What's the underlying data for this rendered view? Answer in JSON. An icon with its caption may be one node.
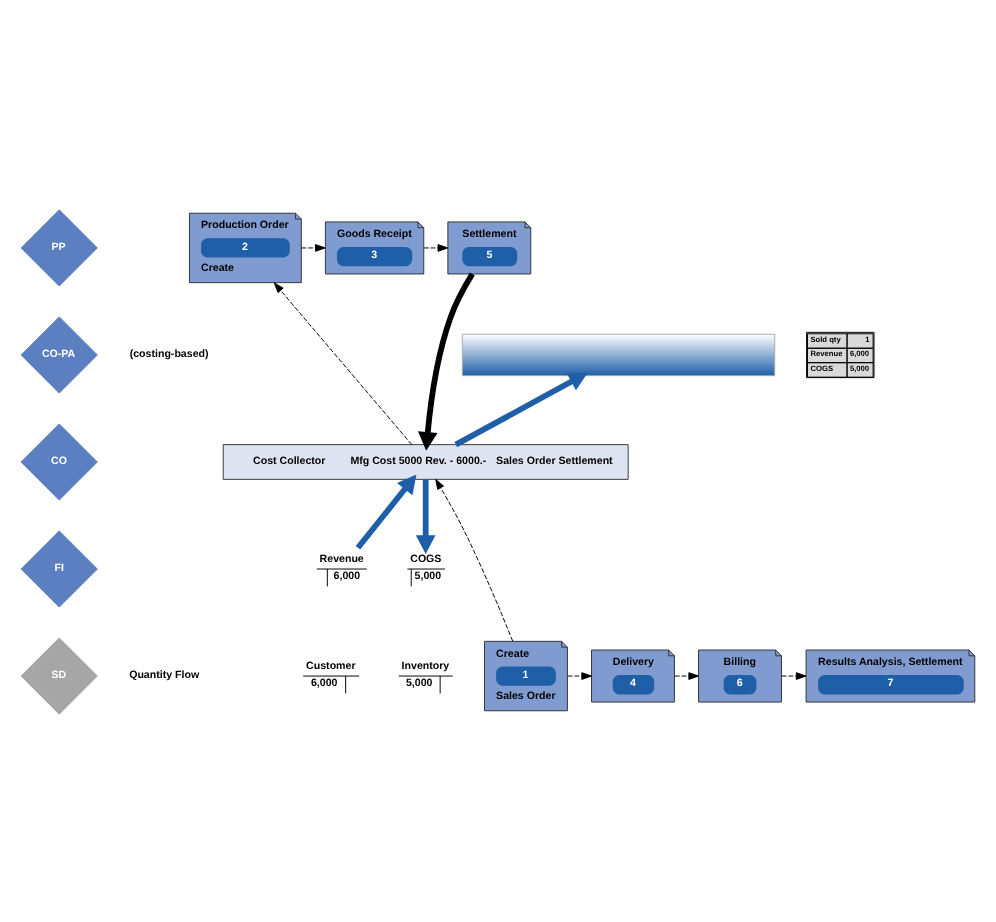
{
  "diagram": {
    "nodes": [
      {
        "text": [
          "PP"
        ]
      },
      {
        "text": [
          "CO-PA"
        ],
        "beside": [
          "(costing-based)"
        ]
      },
      {
        "text": [
          "CO"
        ]
      },
      {
        "text": [
          "FI"
        ]
      },
      {
        "text": [
          "SD"
        ],
        "beside": [
          "Quantity Flow"
        ]
      },
      {
        "text": [
          "Production Order",
          "2",
          "Create"
        ]
      },
      {
        "text": [
          "Goods Receipt",
          "3"
        ]
      },
      {
        "text": [
          "Settlement",
          "5"
        ]
      },
      {
        "text": [],
        "shape": "bar"
      },
      {
        "text": [
          "Cost Collector",
          "Mfg Cost 5000 Rev. - 6000.-",
          "Sales Order Settlement"
        ]
      },
      {
        "text": [
          "Revenue",
          "6,000"
        ]
      },
      {
        "text": [
          "COGS",
          "5,000"
        ]
      },
      {
        "text": [
          "Create",
          "1",
          "Sales Order"
        ]
      },
      {
        "text": [
          "Delivery",
          "4"
        ]
      },
      {
        "text": [
          "Billing",
          "6"
        ]
      },
      {
        "text": [
          "Results Analysis, Settlement",
          "7"
        ]
      }
    ],
    "edges": [
      {
        "from": 12,
        "to": 9,
        "arrow": "to",
        "style": "dashed"
      },
      {
        "from": 9,
        "to": 5,
        "arrow": "to",
        "style": "dashed"
      },
      {
        "from": 5,
        "to": 6,
        "arrow": "to",
        "style": "dashed"
      },
      {
        "from": 6,
        "to": 7,
        "arrow": "to",
        "style": "dashed"
      },
      {
        "from": 7,
        "to": 9,
        "arrow": "to",
        "style": "thick"
      },
      {
        "from": 9,
        "to": 8,
        "arrow": "to",
        "style": "thick",
        "color": "#1f5fa8"
      },
      {
        "from": 10,
        "to": 9,
        "arrow": "to",
        "style": "thick",
        "color": "#1f5fa8"
      },
      {
        "from": 9,
        "to": 11,
        "arrow": "to",
        "style": "thick",
        "color": "#1f5fa8"
      },
      {
        "from": 12,
        "to": 13,
        "arrow": "to",
        "style": "dashed"
      },
      {
        "from": 13,
        "to": 14,
        "arrow": "to",
        "style": "dashed"
      },
      {
        "from": 14,
        "to": 15,
        "arrow": "to",
        "style": "dashed"
      }
    ],
    "labels": [
      "Sold qty",
      "1",
      "Revenue",
      "6,000",
      "COGS",
      "5,000",
      "Customer",
      "6,000",
      "Inventory",
      "5,000"
    ]
  }
}
